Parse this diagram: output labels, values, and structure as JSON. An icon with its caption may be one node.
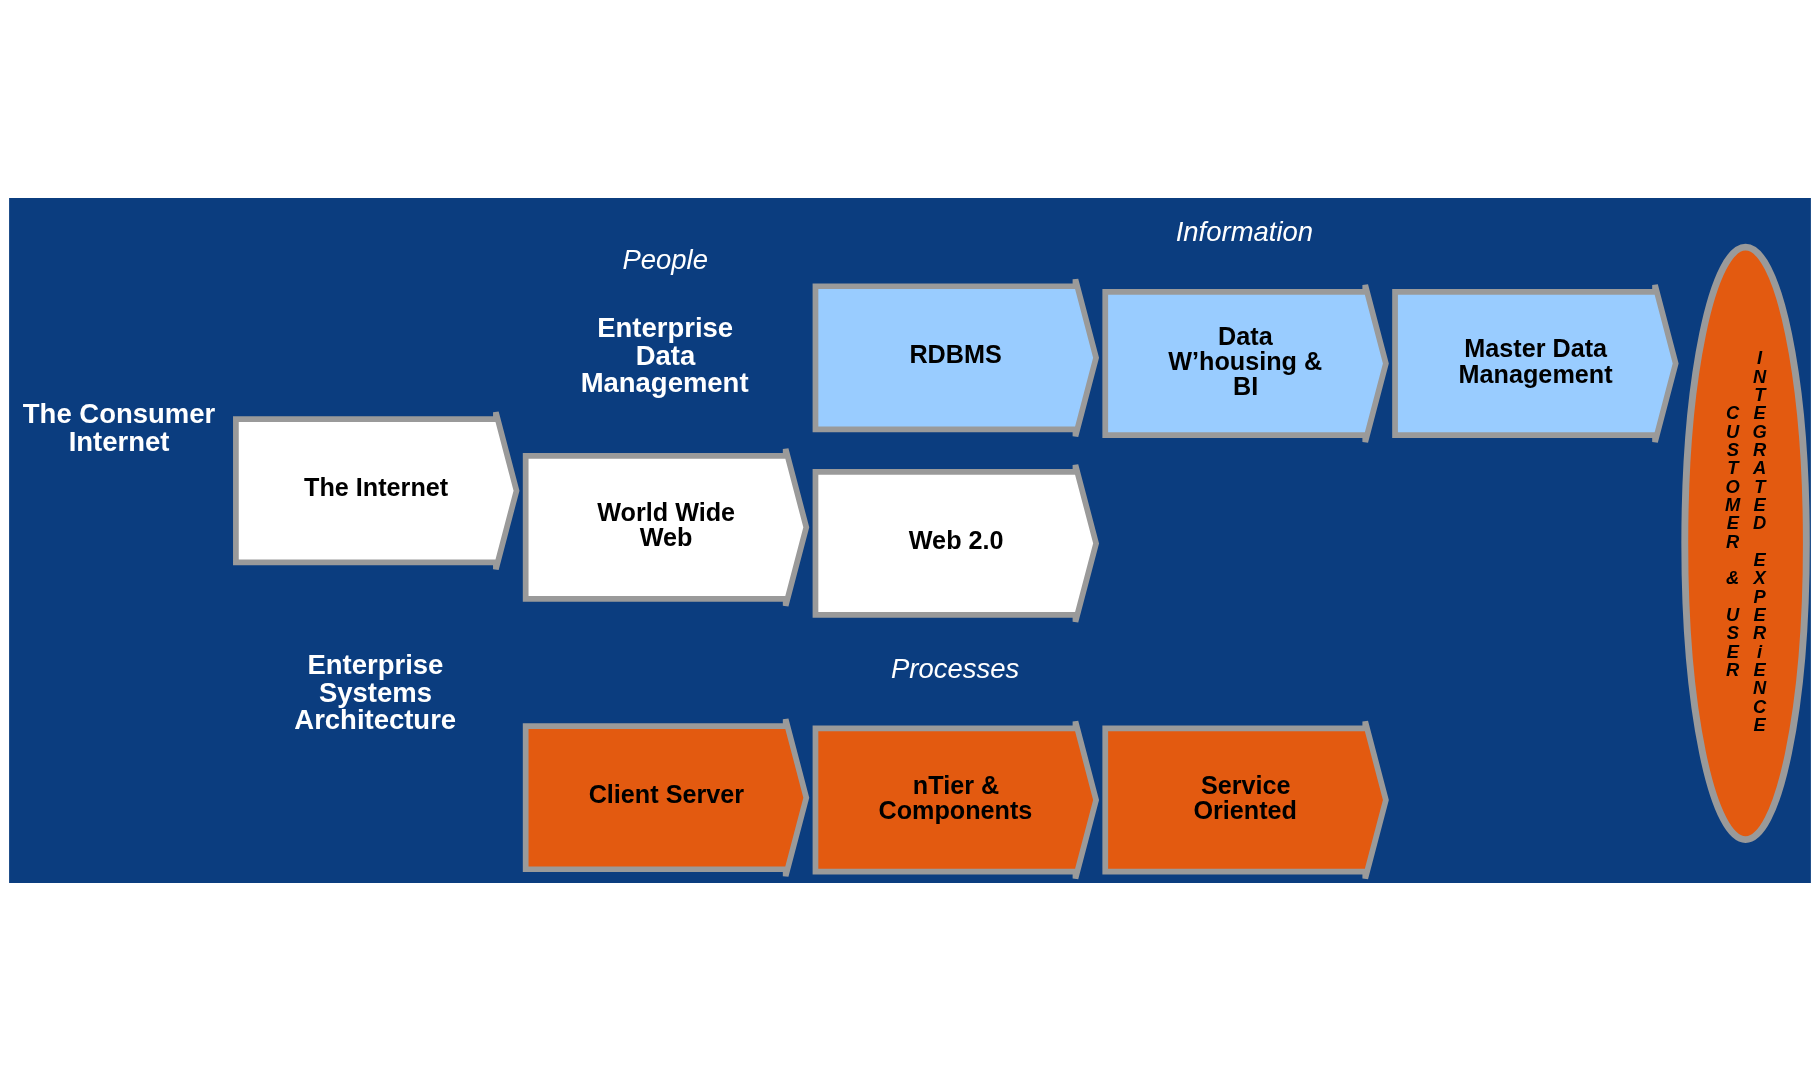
{
  "diagram": {
    "nodes": [
      {
        "text": [
          "The Internet"
        ]
      },
      {
        "text": [
          "World Wide Web"
        ]
      },
      {
        "text": [
          "Web 2.0"
        ]
      },
      {
        "text": [
          "Client Server"
        ]
      },
      {
        "text": [
          "nTier & Components"
        ]
      },
      {
        "text": [
          "Service Oriented"
        ]
      },
      {
        "text": [
          "RDBMS"
        ]
      },
      {
        "text": [
          "Data W’housing & BI"
        ]
      },
      {
        "text": [
          "Master Data Management"
        ]
      },
      {
        "text": [
          "CUSTOMER & USER",
          "INTEGRATED EXPERiENCE"
        ]
      }
    ],
    "labels": [
      "People",
      "The Consumer Internet",
      "Processes",
      "Enterprise Systems Architecture",
      "Information",
      "Enterprise Data Management"
    ]
  }
}
